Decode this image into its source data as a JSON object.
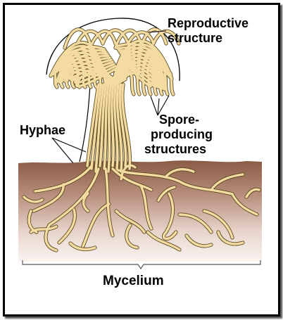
{
  "labels": {
    "reproductive_line1": "Reproductive",
    "reproductive_line2": "structure",
    "spore_line1": "Spore-",
    "spore_line2": "producing",
    "spore_line3": "structures",
    "hyphae": "Hyphae",
    "mycelium": "Mycelium"
  },
  "colors": {
    "hypha_fill": "#f4dba2",
    "hypha_outline": "#5a4a1e",
    "soil_top": "#8a5a44",
    "soil_bottom": "#f6ece8",
    "frame": "#000000"
  }
}
